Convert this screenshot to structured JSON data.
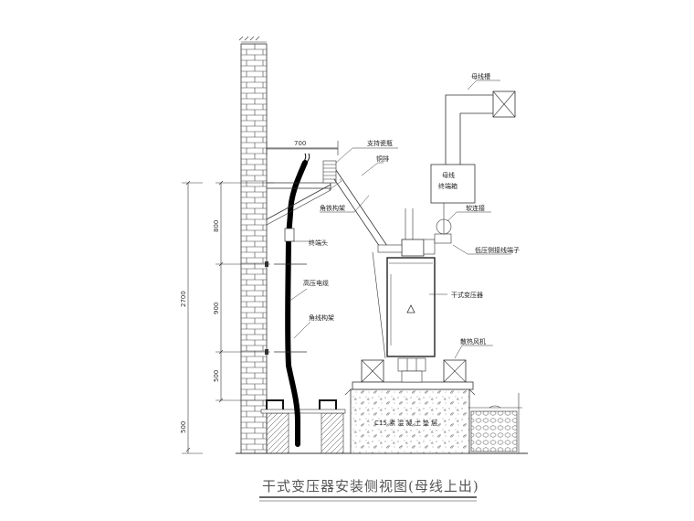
{
  "drawing": {
    "title": "干式变压器安装侧视图(母线上出)",
    "labels": {
      "busbar_trough": "母线槽",
      "busbar_terminal_box_line1": "母线",
      "busbar_terminal_box_line2": "终端箱",
      "support_insulator": "支持瓷瓶",
      "steel_bracket": "角铁构架",
      "busbar": "铜排",
      "soft_connector": "软连接",
      "lv_terminal": "低压侧接线端子",
      "cable_head": "终端头",
      "hv_cable": "高压电缆",
      "cable_bracket": "角线构架",
      "dry_transformer": "干式变压器",
      "cooling_fan": "散热风机",
      "foundation": "C15 素 混 凝 土 垫 层"
    },
    "dimensions": {
      "top_width": "700",
      "total_height": "2700",
      "seg1": "800",
      "seg2": "900",
      "seg3": "500",
      "seg4": "500"
    }
  }
}
